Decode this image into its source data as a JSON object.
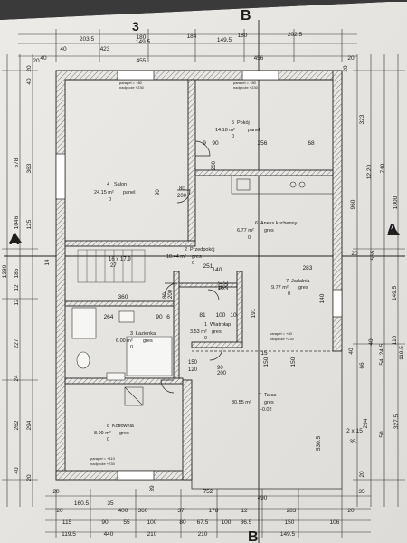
{
  "section_marks": {
    "top": "B",
    "bottom": "B",
    "left": "A",
    "right": "A",
    "top_number": "3"
  },
  "rooms": [
    {
      "number": "4",
      "name": "Salon",
      "area": "24.15 m²",
      "floor": "panel",
      "level": "0"
    },
    {
      "number": "5",
      "name": "Pokój",
      "area": "14.18 m²",
      "floor": "panel",
      "level": "0"
    },
    {
      "number": "6",
      "name": "Aneks kuchenny",
      "area": "6.77 m²",
      "floor": "gres",
      "level": "0"
    },
    {
      "number": "2",
      "name": "Przedpokój",
      "area": "10.44 m²",
      "floor": "gres",
      "level": "0"
    },
    {
      "number": "7",
      "name": "Jadalnia",
      "area": "9.77 m²",
      "floor": "gres",
      "level": "0"
    },
    {
      "number": "1",
      "name": "Wiatrołap",
      "area": "3.53 m²",
      "floor": "gres",
      "level": "0"
    },
    {
      "number": "3",
      "name": "Łazienka",
      "area": "6.00 m²",
      "floor": "gres",
      "level": "0"
    },
    {
      "number": "8",
      "name": "Kotłownia",
      "area": "8.99 m²",
      "floor": "gres",
      "level": "0"
    },
    {
      "number": "T",
      "name": "Taras",
      "area": "30.55 m²",
      "floor": "gres",
      "level": "-0.02"
    }
  ],
  "window_notes": {
    "salon_parapet": "parapet = +80",
    "salon_nadproze": "nadproże +230",
    "pokoj_parapet": "parapet = +80",
    "pokoj_nadproze": "nadproże +230",
    "kotl_parapet": "parapet = +110",
    "kotl_nadproze": "nadproże +230",
    "jad_parapet": "parapet = +80",
    "jad_nadproze": "nadproże +230"
  },
  "door_dims": {
    "d80_200": "80",
    "d80_200b": "200",
    "d90_200_salon": "90",
    "d90_200_salon_b": "200",
    "d80_200_lazienka": "80",
    "d80_200_lazienka_b": "200",
    "d90_200_entrance": "90",
    "d90_200_entrance_b": "200",
    "d100_200_wc": "100",
    "d100_200_wc_b": "200",
    "d120": "120",
    "d150": "150",
    "stairs": "16 x 17.9",
    "stairs_b": "27"
  },
  "dims_top": {
    "row1": [
      "203.5",
      "180",
      "184",
      "180",
      "202.5"
    ],
    "row2": [
      "40",
      "423",
      "149.5",
      "149.5"
    ],
    "row3": [
      "20",
      "455",
      "456",
      "20"
    ]
  },
  "dims_bottom": {
    "row1": [
      "20",
      "752",
      "490",
      "35"
    ],
    "row2": [
      "160.5",
      "35",
      "400",
      "20",
      "360",
      "37",
      "178",
      "12",
      "283",
      "20"
    ],
    "row3": [
      "115",
      "90",
      "55",
      "100",
      "80",
      "67.5",
      "100",
      "86.5",
      "150",
      "106"
    ],
    "row4": [
      "119.5",
      "440",
      "210",
      "210",
      "149.5"
    ]
  },
  "dims_left": {
    "outer": [
      "1380",
      "1046",
      "578"
    ],
    "inner": [
      "20",
      "40",
      "363",
      "125",
      "12",
      "185",
      "12",
      "227",
      "24",
      "262",
      "294",
      "40",
      "20"
    ],
    "labels": [
      "40",
      "14",
      "360",
      "264",
      "90",
      "6"
    ]
  },
  "dims_right": {
    "outer": [
      "1000",
      "740",
      "12.20",
      "565",
      "119.5"
    ],
    "inner": [
      "20",
      "323",
      "960",
      "283",
      "40",
      "66",
      "294",
      "20"
    ],
    "labels": [
      "149.5",
      "327.5",
      "110",
      "24.5",
      "54",
      "40",
      "50",
      "35",
      "2 x 15"
    ],
    "misc": [
      "256",
      "68",
      "9",
      "90",
      "140",
      "251",
      "191",
      "81",
      "100",
      "10",
      "16",
      "530.5",
      "15",
      "150",
      "150",
      "140",
      "20",
      "39"
    ]
  }
}
